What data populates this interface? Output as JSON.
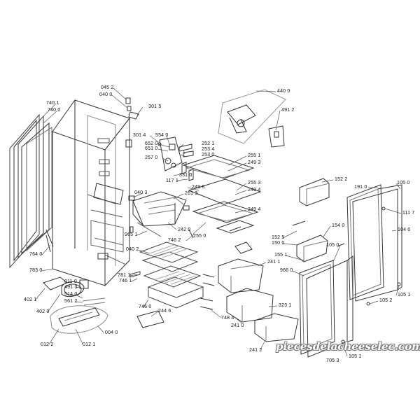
{
  "labels": {
    "l0452": "045 2",
    "l0400a": "040 0",
    "l3015": "301 5",
    "l7401": "740 1",
    "l7400": "740 0",
    "l3014": "301 4",
    "l5540": "554 0",
    "l6520": "652 0",
    "l6510": "651 0",
    "l2570": "257 0",
    "l2521": "252 1",
    "l2534": "253 4",
    "l2530": "253 0",
    "l3310": "331 0",
    "l1171": "117 1",
    "l4400": "440 0",
    "l4912a": "491 2",
    "l2551": "255 1",
    "l2493": "249 3",
    "l2498": "249 8",
    "l2553": "255 3",
    "l2494a": "249 4",
    "l2494b": "249 4",
    "l0403": "040 3",
    "l2613": "261 3",
    "l2420": "242 0",
    "l2550": "255 0",
    "l1522": "152 2",
    "l1910": "191 0",
    "l1050a": "105 0",
    "l1117": "111 7",
    "l1040": "104 0",
    "l1525": "152 5",
    "l1500": "150 0",
    "l1540": "154 0",
    "l1551": "155 1",
    "l1050b": "105 0",
    "l9651": "965 1",
    "l7462": "746 2",
    "l0402": "040 2",
    "l7640": "764 0",
    "l7830": "783 0",
    "l2411": "241 1",
    "l9660": "966 0",
    "l7811": "781 1",
    "l7461": "746 1",
    "l0110": "011 0",
    "l4913": "491 3",
    "l4021": "402 1",
    "l5140": "514 0",
    "l5612": "561 2",
    "l4020": "402 0",
    "l7460": "746 0",
    "l2446": "244 6",
    "l3231": "323 1",
    "l7484": "748 4",
    "l2410": "241 0",
    "l0040": "004 0",
    "l0122": "012 2",
    "l0121": "012 1",
    "l2412": "241 2",
    "l1051a": "105 1",
    "l1052": "105 2",
    "l1051b": "105 1",
    "l7053": "705 3"
  },
  "watermark": "piecesdelacheeselec.com"
}
